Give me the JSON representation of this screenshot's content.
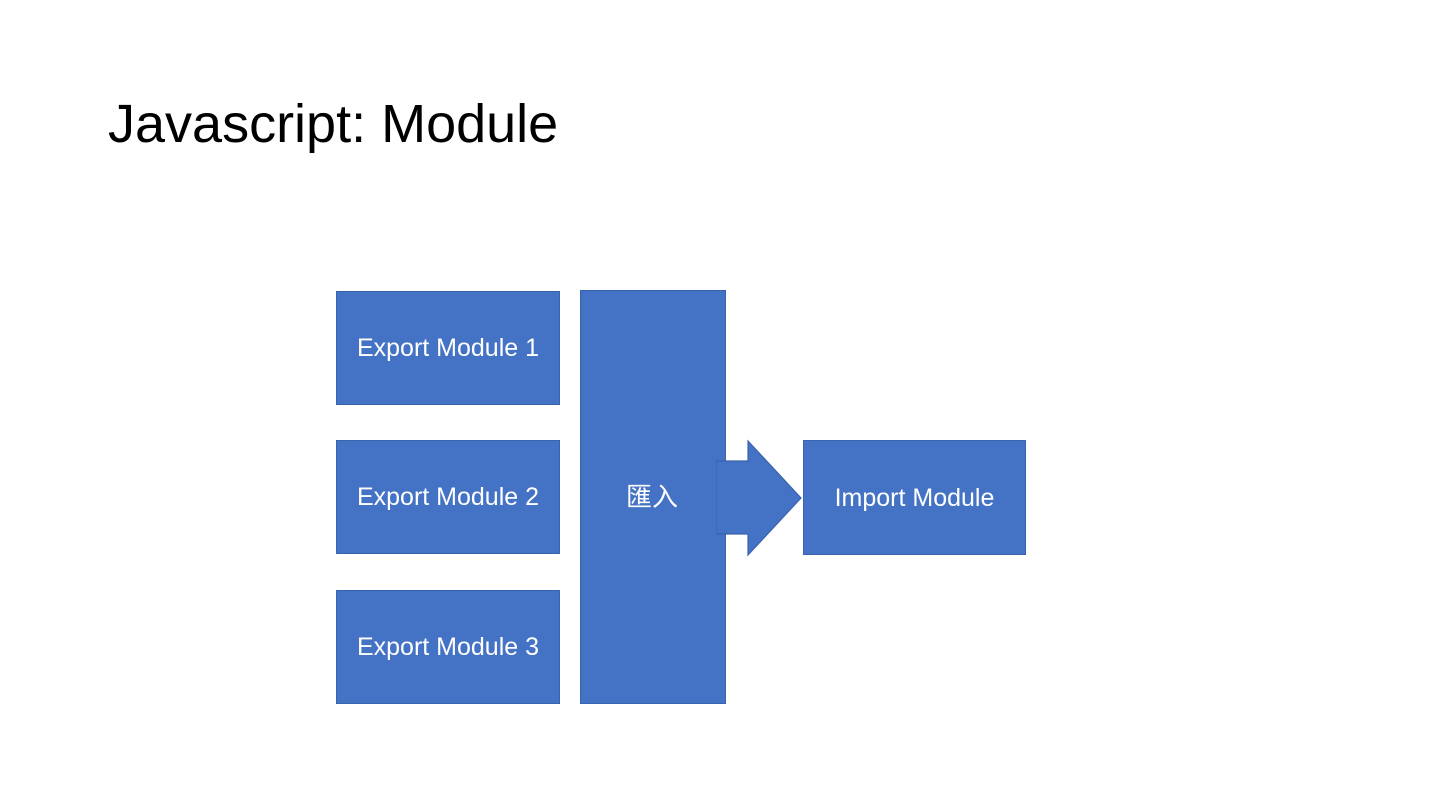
{
  "slide": {
    "title": "Javascript: Module",
    "background_color": "#ffffff",
    "title_color": "#000000"
  },
  "theme": {
    "shape_fill": "#4472c4",
    "shape_border": "#3a63ae",
    "shape_text_color": "#ffffff"
  },
  "diagram": {
    "export_modules": [
      {
        "label": "Export Module 1"
      },
      {
        "label": "Export Module 2"
      },
      {
        "label": "Export Module 3"
      }
    ],
    "import_channel": {
      "label": "匯入"
    },
    "arrow": {
      "name": "import-arrow",
      "direction": "right"
    },
    "import_module": {
      "label": "Import Module"
    }
  }
}
